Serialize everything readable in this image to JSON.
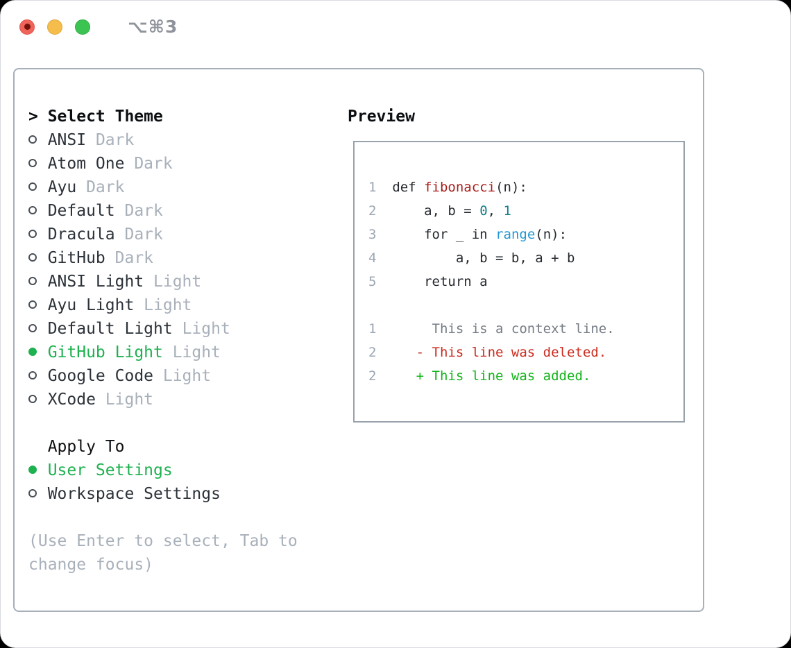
{
  "window": {
    "title": "⌥⌘3",
    "traffic_lights": [
      "close",
      "minimize",
      "zoom"
    ]
  },
  "colors": {
    "selection_green": "#1eb150",
    "marker_gray": "#474e56",
    "muted_gray": "#a8b0ba",
    "code": "#24292f",
    "func": "#a81f1b",
    "num": "#0f7d87",
    "builtin": "#2196d1",
    "context": "#757c84",
    "deleted": "#ca2b1e",
    "added": "#11b419",
    "linenum": "#9ba6b2"
  },
  "theme_picker": {
    "prompt": ">",
    "header": "Select Theme",
    "items": [
      {
        "name": "ANSI",
        "variant": "Dark",
        "selected": false
      },
      {
        "name": "Atom One",
        "variant": "Dark",
        "selected": false
      },
      {
        "name": "Ayu",
        "variant": "Dark",
        "selected": false
      },
      {
        "name": "Default",
        "variant": "Dark",
        "selected": false
      },
      {
        "name": "Dracula",
        "variant": "Dark",
        "selected": false
      },
      {
        "name": "GitHub",
        "variant": "Dark",
        "selected": false
      },
      {
        "name": "ANSI Light",
        "variant": "Light",
        "selected": false
      },
      {
        "name": "Ayu Light",
        "variant": "Light",
        "selected": false
      },
      {
        "name": "Default Light",
        "variant": "Light",
        "selected": false
      },
      {
        "name": "GitHub Light",
        "variant": "Light",
        "selected": true
      },
      {
        "name": "Google Code",
        "variant": "Light",
        "selected": false
      },
      {
        "name": "XCode",
        "variant": "Light",
        "selected": false
      }
    ],
    "apply_to": {
      "header": "Apply To",
      "options": [
        {
          "label": "User Settings",
          "selected": true
        },
        {
          "label": "Workspace Settings",
          "selected": false
        }
      ]
    },
    "help": [
      "(Use Enter to select, Tab to",
      "change focus)"
    ]
  },
  "preview": {
    "header": "Preview",
    "lines": [
      {
        "num": "1",
        "segs": [
          {
            "t": "def ",
            "c": "code"
          },
          {
            "t": "fibonacci",
            "c": "func"
          },
          {
            "t": "(n):",
            "c": "code"
          }
        ]
      },
      {
        "num": "2",
        "segs": [
          {
            "t": "    a, b = ",
            "c": "code"
          },
          {
            "t": "0",
            "c": "num"
          },
          {
            "t": ", ",
            "c": "code"
          },
          {
            "t": "1",
            "c": "num"
          }
        ]
      },
      {
        "num": "3",
        "segs": [
          {
            "t": "    for _ in ",
            "c": "code"
          },
          {
            "t": "range",
            "c": "builtin"
          },
          {
            "t": "(n):",
            "c": "code"
          }
        ]
      },
      {
        "num": "4",
        "segs": [
          {
            "t": "        a, b = b, a + b",
            "c": "code"
          }
        ]
      },
      {
        "num": "5",
        "segs": [
          {
            "t": "    return a",
            "c": "code"
          }
        ]
      },
      {
        "blank": true
      },
      {
        "num": "1",
        "segs": [
          {
            "t": "     This is a context line.",
            "c": "context"
          }
        ]
      },
      {
        "num": "2",
        "segs": [
          {
            "t": "   - This line was deleted.",
            "c": "deleted"
          }
        ]
      },
      {
        "num": "2",
        "segs": [
          {
            "t": "   + This line was added.",
            "c": "added"
          }
        ]
      }
    ]
  }
}
